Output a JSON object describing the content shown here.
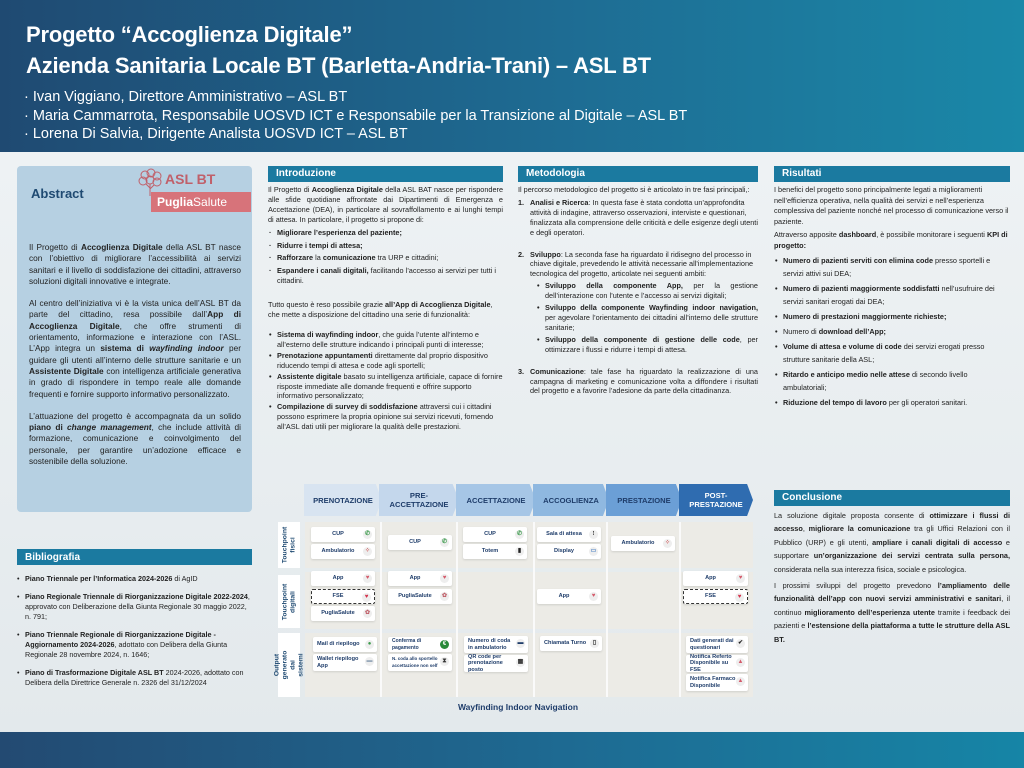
{
  "header": {
    "title_line1": "Progetto “Accoglienza Digitale”",
    "title_line2": "Azienda Sanitaria Locale BT (Barletta-Andria-Trani) – ASL BT",
    "authors": [
      "· Ivan Viggiano, Direttore Amministrativo – ASL BT",
      "· Maria Cammarrota, Responsabile UOSVD ICT e Responsabile per la Transizione al Digitale – ASL BT",
      "· Lorena Di Salvia, Dirigente Analista  UOSVD ICT – ASL BT"
    ]
  },
  "abstract": {
    "title": "Abstract",
    "logo": {
      "line1": "ASL BT",
      "band_bold": "Puglia",
      "band_regular": "Salute"
    },
    "p1": {
      "a": "Il Progetto di ",
      "b": "Accoglienza Digitale",
      "c": " della ASL BT nasce con l’obiettivo di migliorare l’accessibilità ai servizi sanitari e il livello di soddisfazione dei cittadini, attraverso soluzioni digitali innovative e integrate."
    },
    "p2": {
      "a": "Al centro dell’iniziativa vi è la vista unica dell’ASL BT da parte del cittadino, resa possibile dall’",
      "b": "App di Accoglienza Digitale",
      "c": ", che offre strumenti di orientamento, informazione e interazione con l’ASL. L’App integra un ",
      "d": "sistema di ",
      "e": "wayfinding indoor",
      "f": " per guidare gli utenti all’interno delle strutture sanitarie e un ",
      "g": "Assistente Digitale",
      "h": " con intelligenza artificiale generativa in grado di rispondere in tempo reale alle domande frequenti e fornire supporto informativo personalizzato."
    },
    "p3": {
      "a": "L’attuazione del progetto è accompagnata da un solido ",
      "b": "piano di ",
      "c": "change management",
      "d": ", che include attività di formazione, comunicazione e coinvolgimento del personale, per garantire un’adozione efficace e sostenibile della soluzione."
    }
  },
  "bibliografia": {
    "title": "Bibliografia",
    "items": [
      {
        "bold": "Piano Triennale per l’Informatica 2024-2026",
        "rest": " di AgID"
      },
      {
        "bold": "Piano Regionale Triennale di Riorganizzazione Digitale 2022-2024",
        "rest": ", approvato con Deliberazione della Giunta Regionale 30 maggio 2022, n. 791;"
      },
      {
        "bold": "Piano Triennale Regionale di Riorganizzazione Digitale - Aggiornamento 2024-2026",
        "rest": ", adottato con Delibera della Giunta Regionale 28 novembre 2024, n. 1646;"
      },
      {
        "bold": "Piano di Trasformazione Digitale ASL BT",
        "rest": " 2024-2026, adottato con Delibera della Direttrice Generale n. 2326 del 31/12/2024"
      }
    ]
  },
  "introduzione": {
    "title": "Introduzione",
    "p1": {
      "a": "Il Progetto di ",
      "b": "Accoglienza Digitale",
      "c": " della ASL BAT nasce per rispondere alle sfide quotidiane affrontate dai Dipartimenti di Emergenza e Accettazione (DEA), in particolare al sovraffollamento e ai lunghi tempi di attesa. In particolare, il progetto si propone di:"
    },
    "goals": [
      {
        "bold": "Migliorare l’esperienza del paziente;",
        "rest": ""
      },
      {
        "bold": "Ridurre i tempi di attesa;",
        "rest": ""
      },
      {
        "bold": "Rafforzare",
        "mid": " la ",
        "bold2": "comunicazione",
        "rest": " tra URP e cittadini;"
      },
      {
        "bold": "Espandere i canali digitali,",
        "rest": " facilitando l’accesso ai servizi per tutti i cittadini."
      }
    ],
    "p2": {
      "a": "Tutto questo è reso possibile grazie ",
      "b": "all’App di Accoglienza Digitale",
      "c": ", che mette a disposizione del cittadino una serie di funzionalità:"
    },
    "features": [
      {
        "bold": "Sistema di wayfinding indoor",
        "rest": ", che guida l’utente all’interno e all’esterno delle strutture indicando i principali punti di interesse;"
      },
      {
        "bold": "Prenotazione appuntamenti",
        "rest": " direttamente dal proprio dispositivo riducendo tempi di attesa e code agli sportelli;"
      },
      {
        "bold": "Assistente digitale",
        "rest": " basato su intelligenza artificiale, capace di fornire risposte immediate alle domande frequenti e offrire supporto informativo personalizzato;"
      },
      {
        "bold": "Compilazione di survey di soddisfazione",
        "rest": " attraversi cui i cittadini possono esprimere la propria opinione sui servizi ricevuti, fornendo all’ASL dati utili per migliorare la qualità delle prestazioni."
      }
    ]
  },
  "metodologia": {
    "title": "Metodologia",
    "intro": "Il percorso metodologico del progetto si è articolato in tre fasi principali,:",
    "steps": [
      {
        "num": "1.",
        "bold": "Analisi e Ricerca",
        "rest": ": In questa fase è stata condotta un’approfondita attività di indagine, attraverso osservazioni, interviste e questionari, finalizzata alla comprensione delle criticità e delle esigenze degli utenti e degli operatori."
      },
      {
        "num": "2.",
        "bold": "Sviluppo",
        "rest": ": La seconda fase ha riguardato il ridisegno del processo in chiave digitale, prevedendo le attività necessarie all’implementazione tecnologica del progetto, articolate nei seguenti ambiti:"
      },
      {
        "num": "3.",
        "bold": "Comunicazione",
        "rest": ": tale fase ha riguardato la realizzazione di una campagna di marketing e comunicazione volta a diffondere i risultati del progetto e a favorire l’adesione da parte della cittadinanza."
      }
    ],
    "substeps": [
      {
        "bold": "Sviluppo della componente App,",
        "rest": " per la gestione dell’interazione con l’utente e l’accesso ai servizi digitali;"
      },
      {
        "bold": "Sviluppo della componente Wayfinding indoor navigation,",
        "rest": " per agevolare l’orientamento dei cittadini all’interno delle strutture sanitarie;"
      },
      {
        "bold": "Sviluppo della componente di gestione delle code",
        "rest": ", per ottimizzare i flussi e ridurre i tempi di attesa."
      }
    ]
  },
  "risultati": {
    "title": "Risultati",
    "p1": "I benefici del progetto sono principalmente legati a miglioramenti nell’efficienza operativa, nella qualità dei servizi e nell’esperienza complessiva del paziente nonché nel processo di comunicazione verso il paziente.",
    "p2": {
      "a": "Attraverso apposite ",
      "b": "dashboard",
      "c": ", è possibile monitorare i seguenti ",
      "d": "KPI di progetto:"
    },
    "kpis": [
      {
        "pre": "",
        "bold": "Numero di pazienti serviti con elimina code",
        "rest": " presso sportelli e servizi attivi sui DEA;"
      },
      {
        "pre": "",
        "bold": "Numero di pazienti maggiormente soddisfatti",
        "rest": " nell’usufruire dei servizi sanitari erogati dai DEA;"
      },
      {
        "pre": "",
        "bold": "Numero di prestazioni maggiormente richieste;",
        "rest": ""
      },
      {
        "pre": "Numero di ",
        "bold": "download dell’App;",
        "rest": ""
      },
      {
        "pre": "",
        "bold": "Volume di attesa e volume di code",
        "rest": " dei servizi erogati presso strutture sanitarie della ASL;"
      },
      {
        "pre": "",
        "bold": "Ritardo e anticipo medio nelle attese",
        "rest": " di secondo livello ambulatoriali;"
      },
      {
        "pre": "",
        "bold": "Riduzione del tempo di lavoro",
        "rest": " per gli operatori sanitari."
      }
    ]
  },
  "conclusione": {
    "title": "Conclusione",
    "p1": {
      "a": "La soluzione digitale proposta consente di ",
      "b": "ottimizzare i flussi di accesso",
      "c": ", ",
      "d": "migliorare la comunicazione",
      "e": " tra gli Uffici Relazioni con il Pubblico (URP) e gli utenti, ",
      "f": "ampliare i canali digitali di accesso",
      "g": " e supportare ",
      "h": "un’organizzazione dei servizi centrata sulla persona,",
      "i": " considerata nella sua interezza fisica, sociale e psicologica."
    },
    "p2": {
      "a": "I prossimi sviluppi del progetto prevedono ",
      "b": "l’ampliamento delle funzionalità dell’app con nuovi servizi amministrativi e sanitari",
      "c": ", il continuo ",
      "d": "miglioramento dell’esperienza utente",
      "e": " tramite i feedback dei pazienti e ",
      "f": "l’estensione della piattaforma a tutte le strutture della ASL BT."
    }
  },
  "diagram": {
    "stages": [
      "PRENOTAZIONE",
      "PRE-\nACCETTAZIONE",
      "ACCETTAZIONE",
      "ACCOGLIENZA",
      "PRESTAZIONE",
      "POST-\nPRESTAZIONE"
    ],
    "stage_colors": [
      "#d8e4f1",
      "#c4d7ec",
      "#a6c6e6",
      "#8fb8e0",
      "#6b9fd6",
      "#2f6cb0"
    ],
    "rows": [
      "Touchpoint\nfisici",
      "Touchpoint\ndigitali",
      "Output generato\ndai sistemi"
    ],
    "chips": {
      "prenotazione_fisici": [
        "CUP",
        "Ambulatorio"
      ],
      "preacc_fisici": [
        "CUP"
      ],
      "accettazione_fisici": [
        "CUP",
        "Totem"
      ],
      "accoglienza_fisici": [
        "Sala di attesa",
        "Display"
      ],
      "prestazione_fisici": [
        "Ambulatorio"
      ],
      "prenotazione_digitali": [
        "App",
        "FSE",
        "PugliaSalute"
      ],
      "preacc_digitali": [
        "App",
        "PugliaSalute"
      ],
      "accoglienza_digitali": [
        "App"
      ],
      "post_digitali": [
        "App",
        "FSE"
      ],
      "prenotazione_output": [
        "Mail di riepilogo",
        "Wallet riepilogo App"
      ],
      "preacc_output": [
        "Conferma di pagamento",
        "N. coda allo sportello accettazione non self"
      ],
      "accettazione_output": [
        "Numero di coda in ambulatorio",
        "QR code per prenotazione posto"
      ],
      "accoglienza_output": [
        "Chiamata Turno"
      ],
      "post_output": [
        "Dati generati dai questionari",
        "Notifica Referto Disponibile su FSE",
        "Notifica Farmaco Disponibile"
      ]
    },
    "footer_label": "Wayfinding Indoor Navigation"
  }
}
